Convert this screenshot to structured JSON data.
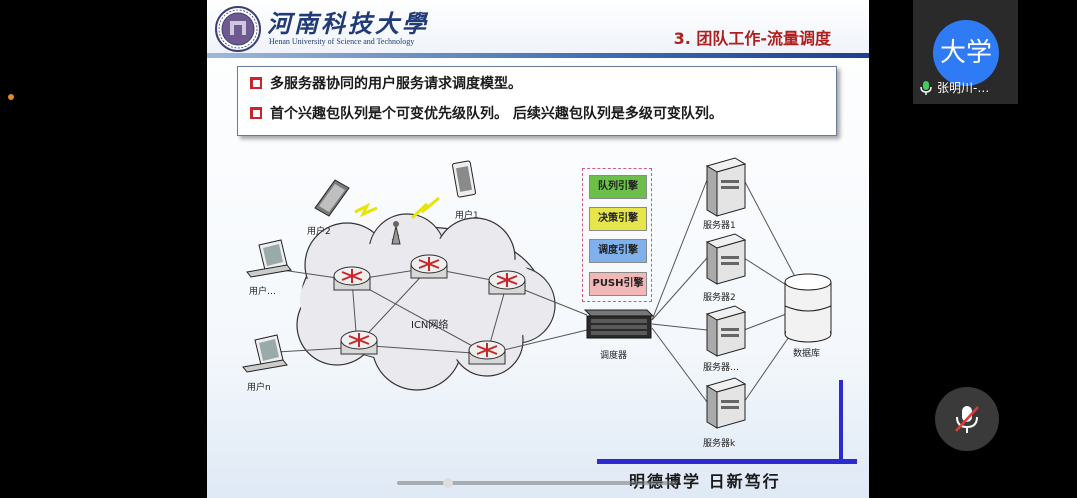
{
  "slide": {
    "university_cn": "河南科技大學",
    "university_en": "Henan University of Science and Technology",
    "section_title": "3. 团队工作-流量调度",
    "bullets": [
      "多服务器协同的用户服务请求调度模型。",
      "首个兴趣包队列是个可变优先级队列。 后续兴趣包队列是多级可变队列。"
    ],
    "motto": "明德博学   日新笃行"
  },
  "diagram": {
    "network_label": "ICN网络",
    "users": [
      "用户2",
      "用户1",
      "用户…",
      "用户n"
    ],
    "engines": [
      {
        "label": "队列引擎",
        "color": "#6cc04a"
      },
      {
        "label": "决策引擎",
        "color": "#e6e64a"
      },
      {
        "label": "调度引擎",
        "color": "#7fb2ec"
      },
      {
        "label": "PUSH引擎",
        "color": "#f2b8b8"
      }
    ],
    "scheduler_label": "调度器",
    "servers": [
      "服务器1",
      "服务器2",
      "服务器…",
      "服务器k"
    ],
    "database_label": "数据库"
  },
  "meeting": {
    "avatar_text": "大学",
    "participant_name": "张明川-…",
    "mic_icon": "mic-icon",
    "mute_icon": "mic-muted-icon"
  }
}
